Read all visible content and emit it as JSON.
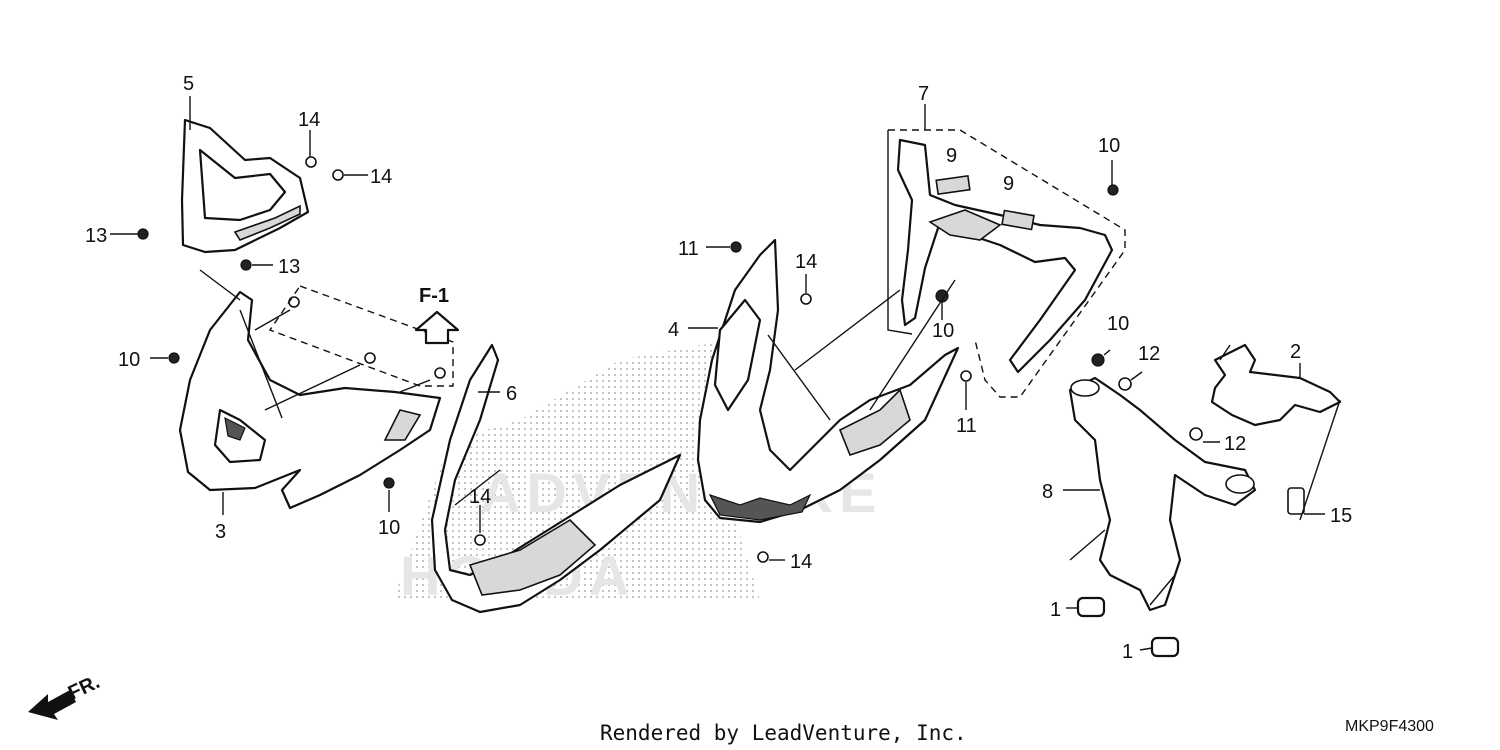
{
  "part_labels": {
    "p1a": "1",
    "p1b": "1",
    "p2": "2",
    "p3": "3",
    "p4": "4",
    "p5": "5",
    "p6": "6",
    "p7": "7",
    "p8": "8",
    "p9a": "9",
    "p9b": "9",
    "p10a": "10",
    "p10b": "10",
    "p10c": "10",
    "p10d": "10",
    "p10e": "10",
    "p11a": "11",
    "p11b": "11",
    "p12a": "12",
    "p12b": "12",
    "p13a": "13",
    "p13b": "13",
    "p14a": "14",
    "p14b": "14",
    "p14c": "14",
    "p14d": "14",
    "p14e": "14",
    "p15": "15"
  },
  "reference_label": "F-1",
  "direction_label": "FR.",
  "footer": {
    "rendered_by": "Rendered by LeadVenture, Inc.",
    "diagram_code": "MKP9F4300"
  },
  "watermark": {
    "brand": "HONDA",
    "venture": "ADVENTURE"
  }
}
